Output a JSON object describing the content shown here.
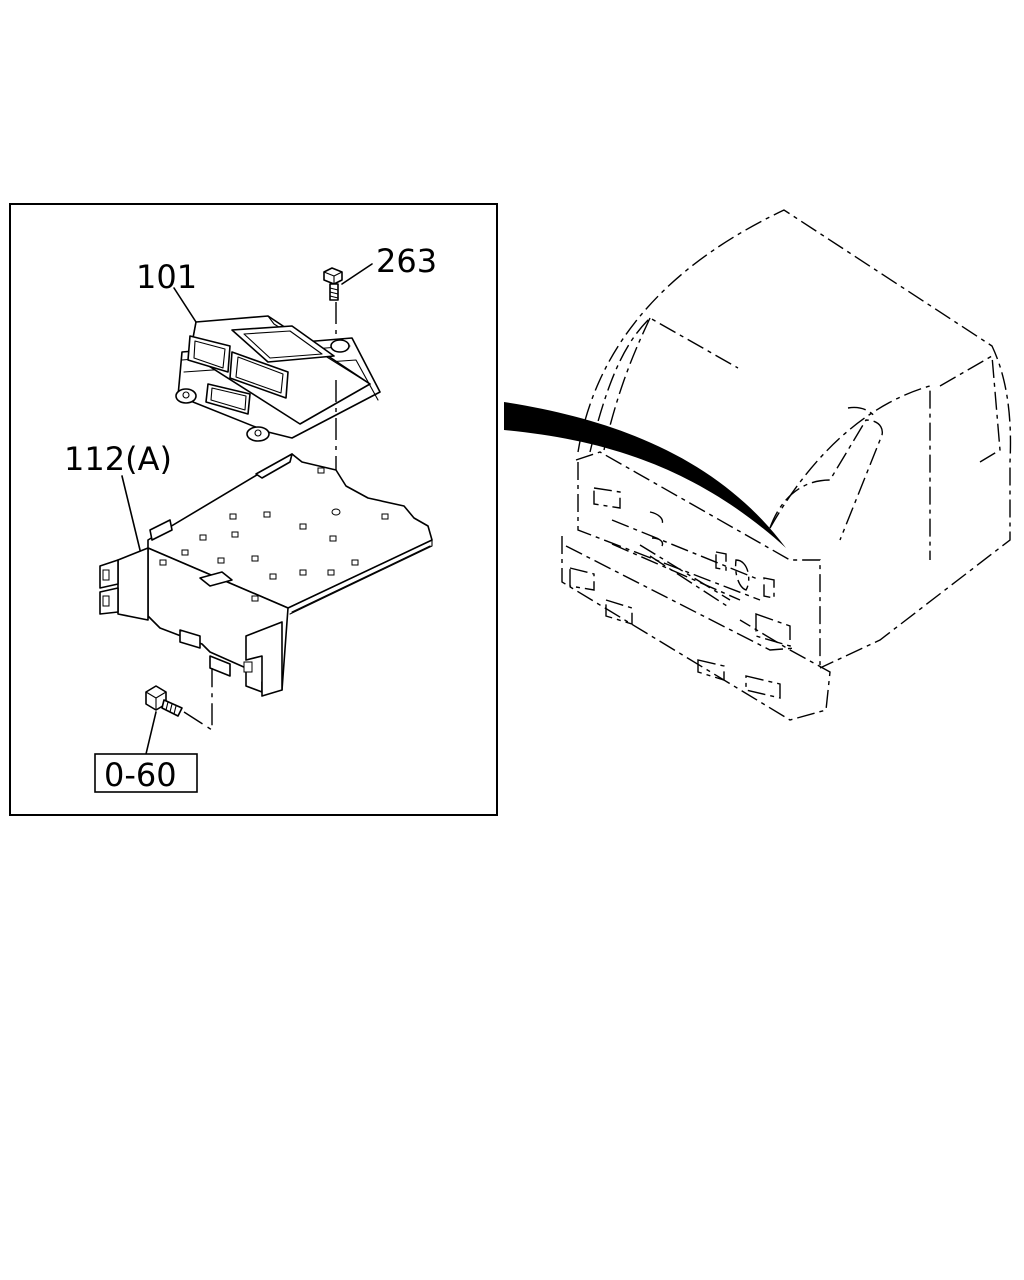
{
  "labels": {
    "ecu": "101",
    "bolt": "263",
    "bracket": "112(A)",
    "ref_box": "0-60"
  }
}
